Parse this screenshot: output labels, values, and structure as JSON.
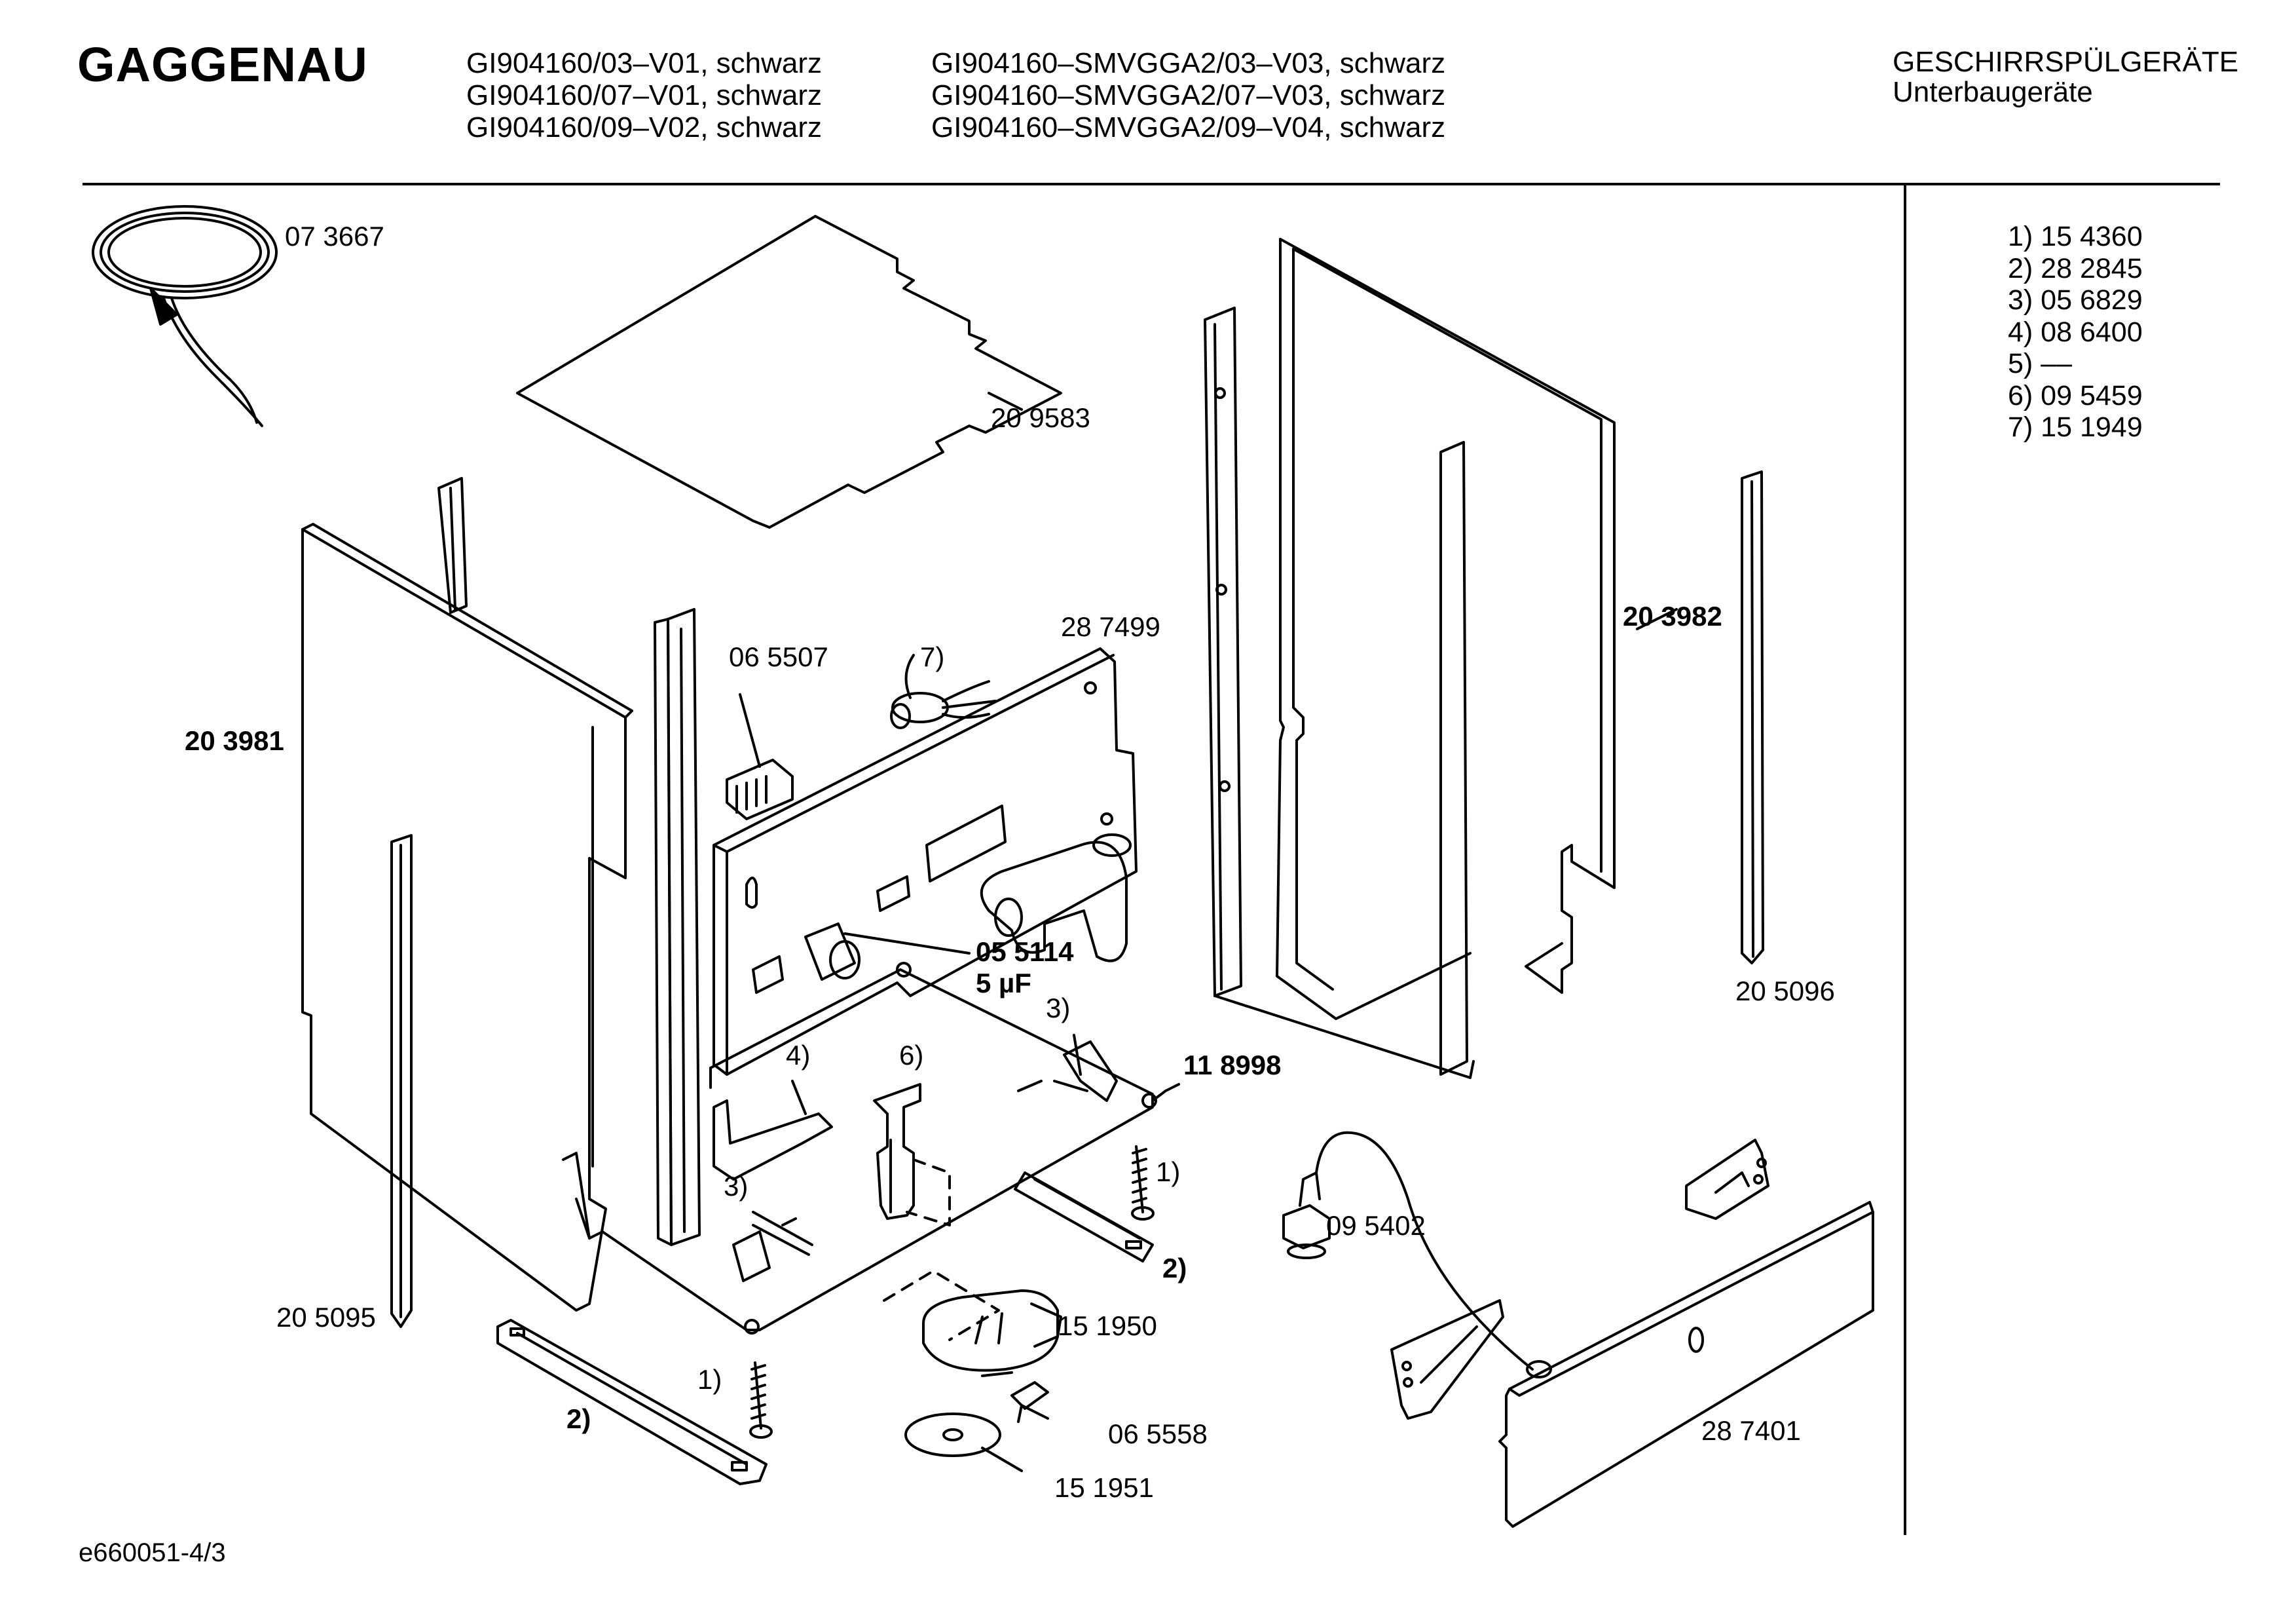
{
  "header": {
    "brand": "GAGGENAU",
    "models_left": [
      "GI904160/03–V01, schwarz",
      "GI904160/07–V01, schwarz",
      "GI904160/09–V02, schwarz"
    ],
    "models_right": [
      "GI904160–SMVGGA2/03–V03, schwarz",
      "GI904160–SMVGGA2/07–V03, schwarz",
      "GI904160–SMVGGA2/09–V04, schwarz"
    ],
    "category": "GESCHIRRSPÜLGERÄTE",
    "subcategory": "Unterbaugeräte"
  },
  "legend": [
    "1) 15 4360",
    "2) 28 2845",
    "3) 05 6829",
    "4) 08 6400",
    "5) ––",
    "6) 09 5459",
    "7) 15 1949"
  ],
  "parts": {
    "p073667": "07 3667",
    "p209583": "20 9583",
    "p203981": "20 3981",
    "p287499": "28 7499",
    "p065507": "06 5507",
    "n7": "7)",
    "p203982": "20 3982",
    "p055114": "05 5114",
    "cap": "5 µF",
    "p205096": "20 5096",
    "n4": "4)",
    "n6": "6)",
    "n3a": "3)",
    "p118998": "11 8998",
    "n1a": "1)",
    "n3b": "3)",
    "n2a": "2)",
    "p095402": "09 5402",
    "p205095": "20 5095",
    "p151950": "15 1950",
    "n1b": "1)",
    "n2b": "2)",
    "p065558": "06 5558",
    "p151951": "15 1951",
    "p287401": "28 7401"
  },
  "footer": {
    "ref": "e660051-4/3"
  }
}
